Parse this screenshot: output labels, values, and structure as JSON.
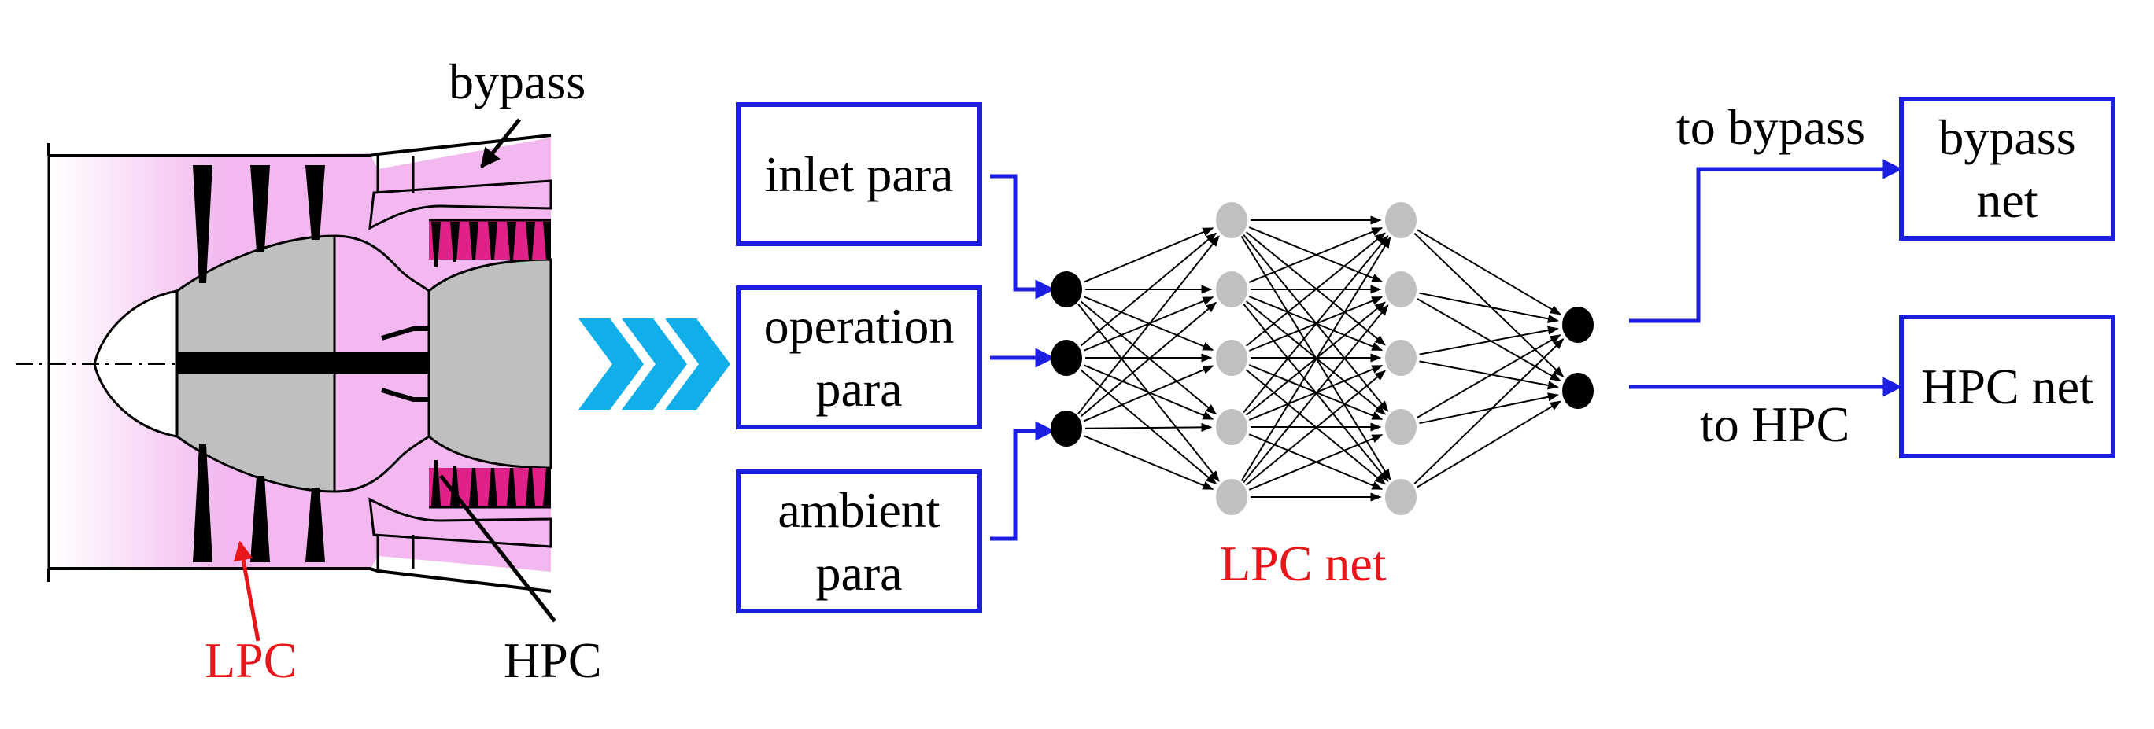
{
  "engine": {
    "labels": {
      "bypass": "bypass",
      "lpc": "LPC",
      "hpc": "HPC"
    },
    "colors": {
      "casing_pink": "#f2b8ef",
      "blade": "#000000",
      "spinner_gray": "#bfbfbf",
      "hpc_accent": "#e0218a",
      "lpc_label": "#e8161b"
    }
  },
  "arrow": {
    "icon": "chevron-triple-right-icon",
    "color": "#12aeea"
  },
  "inputs": [
    {
      "lines": [
        "inlet para"
      ]
    },
    {
      "lines": [
        "operation",
        "para"
      ]
    },
    {
      "lines": [
        "ambient",
        "para"
      ]
    }
  ],
  "network": {
    "label": "LPC net",
    "layers": [
      3,
      5,
      5,
      2
    ],
    "node_colors": {
      "io": "#000000",
      "hidden": "#c0c0c0"
    },
    "edge_color": "#000000"
  },
  "outputs": [
    {
      "edge_label": "to bypass",
      "box_lines": [
        "bypass",
        "net"
      ]
    },
    {
      "edge_label": "to HPC",
      "box_lines": [
        "HPC net"
      ]
    }
  ],
  "colors": {
    "box_border": "#1c1ee0",
    "connector": "#1c1ee0"
  }
}
